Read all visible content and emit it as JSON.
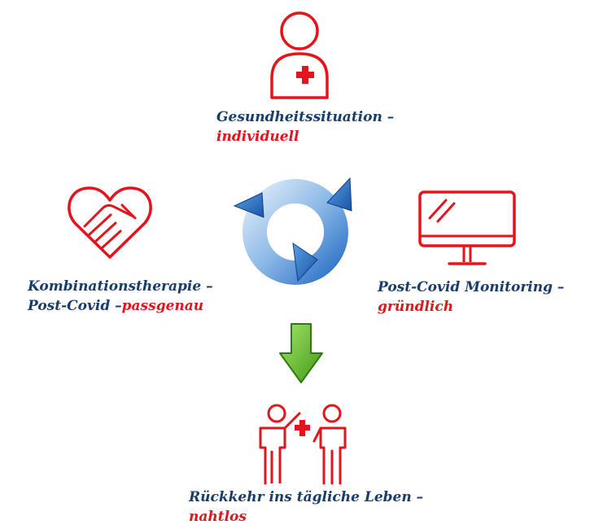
{
  "colors": {
    "icon_red": "#e3141b",
    "text_navy": "#173d6b",
    "cycle_blue": "#2f73c9",
    "arrow_green": "#54b81f"
  },
  "nodes": {
    "top": {
      "icon": "healthcare-professional-icon",
      "line1": "Gesundheitssituation –",
      "accent": "individuell"
    },
    "left": {
      "icon": "heart-handshake-icon",
      "line1": "Kombinationstherapie –",
      "line2_prefix": "Post-Covid –",
      "accent": "passgenau"
    },
    "right": {
      "icon": "computer-monitor-icon",
      "line1": "Post-Covid Monitoring –",
      "accent": "gründlich"
    },
    "bottom": {
      "icon": "patient-and-caregiver-icon",
      "line1": "Rückkehr ins tägliche Leben –",
      "accent": "nahtlos"
    }
  },
  "center": {
    "icon": "circular-arrows-cycle-icon"
  },
  "connector": {
    "icon": "green-down-arrow-icon"
  }
}
